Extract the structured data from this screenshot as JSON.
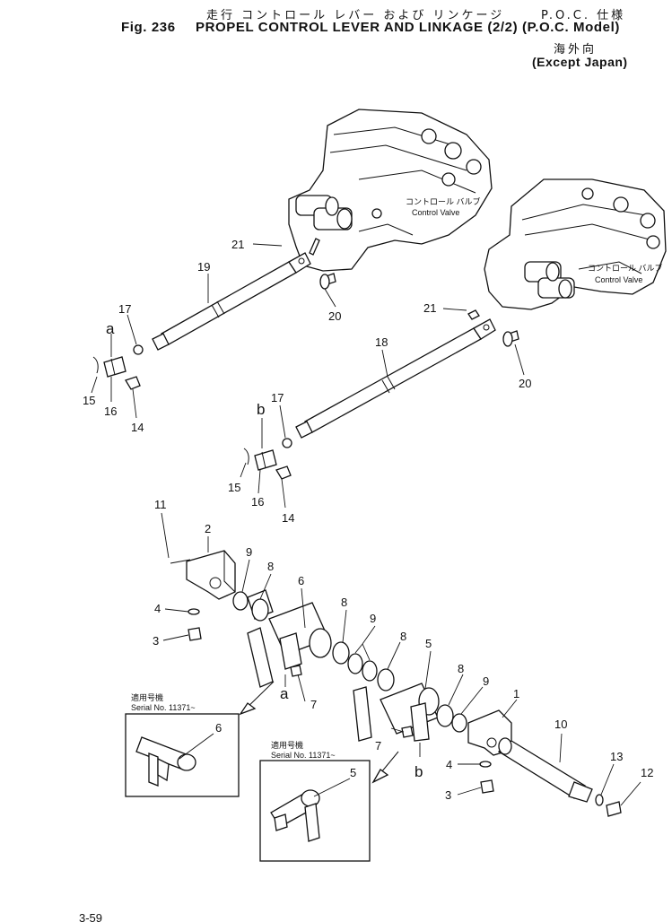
{
  "header": {
    "title_jp": "走行 コントロール レバー および リンケージ",
    "fig_label": "Fig. 236",
    "title_en": "PROPEL CONTROL LEVER AND LINKAGE (2/2) (P.O.C. Model)",
    "model_jp": "P.O.C. 仕様",
    "region_jp": "海外向",
    "region_en": "(Except Japan)"
  },
  "callouts": {
    "control_valve_jp": "コントロール バルブ",
    "control_valve_en": "Control Valve"
  },
  "insets": [
    {
      "serial_jp": "適用号機",
      "serial_en": "Serial No. 11371~",
      "part": "6"
    },
    {
      "serial_jp": "適用号機",
      "serial_en": "Serial No. 11371~",
      "part": "5"
    }
  ],
  "part_numbers": [
    "1",
    "2",
    "3",
    "4",
    "5",
    "6",
    "7",
    "8",
    "9",
    "10",
    "11",
    "12",
    "13",
    "14",
    "15",
    "16",
    "17",
    "18",
    "19",
    "20",
    "21"
  ],
  "letter_labels": [
    "a",
    "b"
  ],
  "footer_mark": "3-59"
}
